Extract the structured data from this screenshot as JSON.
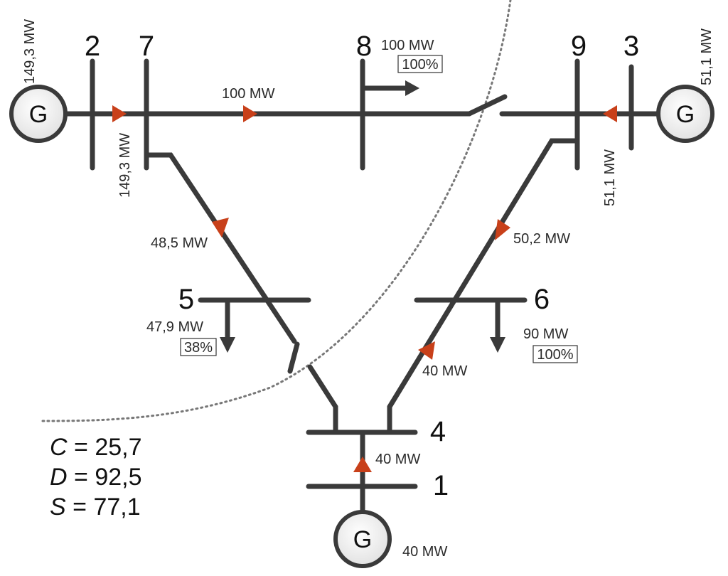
{
  "buses": {
    "b1": "1",
    "b2": "2",
    "b3": "3",
    "b4": "4",
    "b5": "5",
    "b6": "6",
    "b7": "7",
    "b8": "8",
    "b9": "9"
  },
  "generators": {
    "g_left": "G",
    "g_right": "G",
    "g_bottom": "G"
  },
  "labels": {
    "gen2_output": "149,3 MW",
    "line_2_7": "149,3 MW",
    "gen3_output": "51,1 MW",
    "line_3_9": "51,1 MW",
    "line_7_8": "100 MW",
    "load8": "100 MW",
    "load8_pct": "100%",
    "line_7_5": "48,5 MW",
    "line_9_6": "50,2 MW",
    "load5": "47,9 MW",
    "load5_pct": "38%",
    "load6": "90 MW",
    "load6_pct": "100%",
    "line_4_6": "40 MW",
    "line_1_4": "40 MW",
    "gen1_output": "40 MW"
  },
  "metrics": [
    {
      "name": "C",
      "value": "25,7"
    },
    {
      "name": "D",
      "value": "92,5"
    },
    {
      "name": "S",
      "value": "77,1"
    }
  ],
  "colors": {
    "line": "#3a3a3a",
    "flow_arrow": "#c8401a",
    "cut_line": "#777777",
    "generator_fill": "#f0f0f0"
  }
}
